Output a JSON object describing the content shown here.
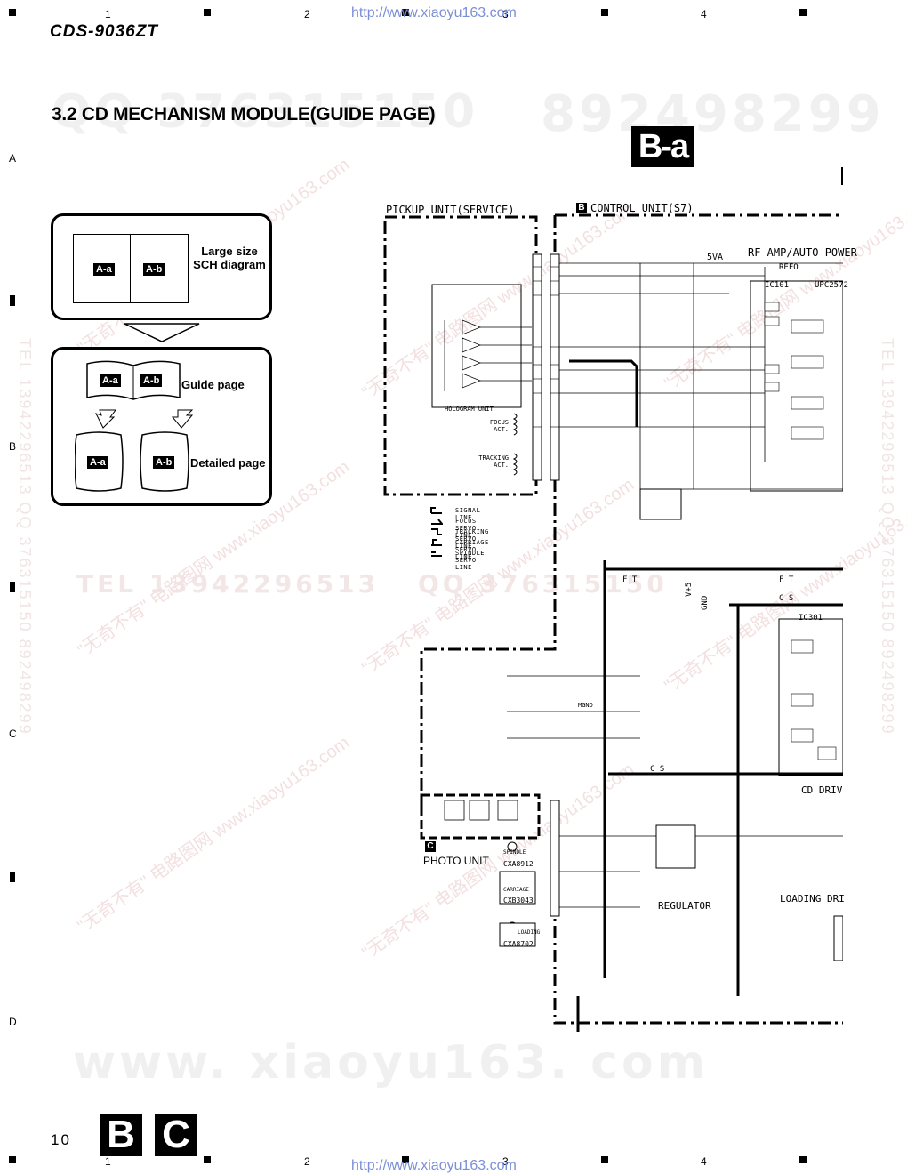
{
  "header": {
    "model": "CDS-9036ZT",
    "url_top": "http://www.xiaoyu163.com",
    "url_bottom": "http://www.xiaoyu163.com",
    "col_numbers": [
      "1",
      "2",
      "3",
      "4"
    ],
    "row_letters": [
      "A",
      "B",
      "C",
      "D"
    ]
  },
  "section_title": "3.2 CD MECHANISM MODULE(GUIDE PAGE)",
  "badge": "B-a",
  "watermarks": {
    "top_number": "892498299",
    "top_qq": "QQ 376315150",
    "bottom_site": "www. xiaoyu163. com",
    "mid_tel": "TEL 13942296513",
    "mid_qq": "QQ 376315150",
    "rotated": "\"无奇不有\" 电路图网  www.xiaoyu163.com",
    "vertical_left": "TEL 13942296513  QQ 376315150  892498299",
    "vertical_right": "TEL 13942296513  QQ 376315150  892498299"
  },
  "guide": {
    "large_label": "Large size SCH diagram",
    "guide_label": "Guide page",
    "detailed_label": "Detailed page",
    "chip_a": "A-a",
    "chip_b": "A-b"
  },
  "schematic": {
    "pickup_unit": "PICKUP UNIT(SERVICE)",
    "control_unit": "CONTROL UNIT(S7)",
    "control_letter": "B",
    "photo_unit": "PHOTO UNIT",
    "photo_letter": "C",
    "rf_amp": "RF AMP/AUTO POWER",
    "ic101": "IC101",
    "upc": "UPC2572",
    "ic301": "IC301",
    "cd_driver": "CD DRIV",
    "loading_driver": "LOADING DRI",
    "regulator": "REGULATOR",
    "hologram": "HOLOGRAM UNIT",
    "focus_act": "FOCUS ACT.",
    "tracking_act": "TRACKING ACT.",
    "spindle": "SPINDLE",
    "carriage": "CARRIAGE",
    "loading": "LOADING",
    "cxa8912": "CXA8912",
    "cxb3043": "CXB3043",
    "cxa8702": "CXA8702",
    "net_5va": "5VA",
    "net_refo": "REFO",
    "net_v5": "V+5",
    "net_gnd": "GND",
    "net_ft": "F T",
    "net_cs": "C S",
    "net_mgnd": "MGND"
  },
  "legend": [
    "SIGNAL LINE",
    "FOCUS SERVO LINE",
    "TRACKING SERVO LINE",
    "CARRIAGE SERVO LINE",
    "SPINDLE SERVO LINE"
  ],
  "footer": {
    "page_number": "10",
    "letter_b": "B",
    "letter_c": "C"
  }
}
